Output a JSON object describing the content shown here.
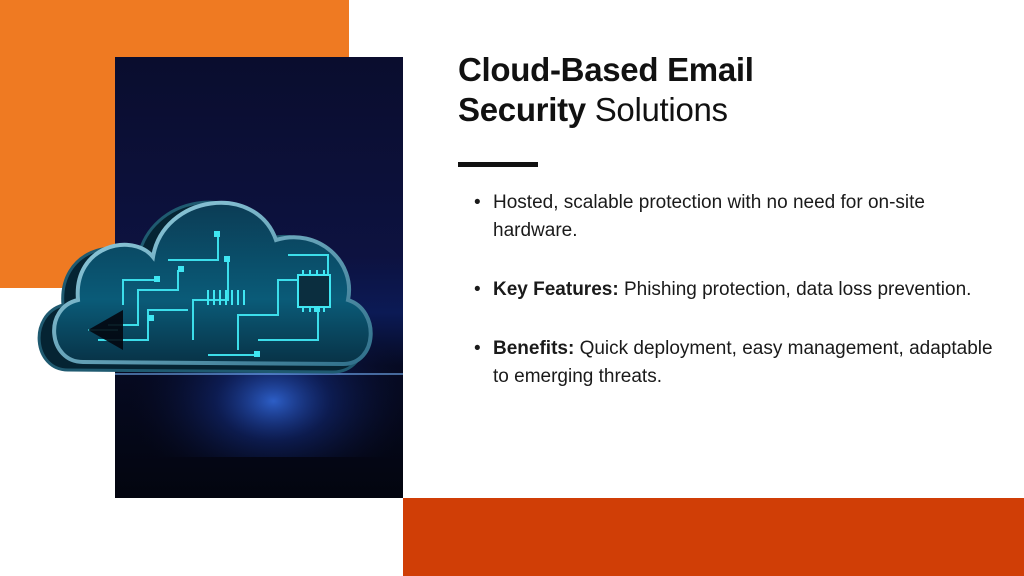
{
  "colors": {
    "orange_accent": "#EF7A22",
    "red_accent": "#D03E06",
    "text": "#111111",
    "circuit_cyan": "#3FE6F2"
  },
  "slide": {
    "title_line1": "Cloud-Based Email",
    "title_line2_bold": "Security",
    "title_line2_light": "Solutions",
    "image_icon": "cloud-circuit-image",
    "bullets": [
      {
        "key": "",
        "text": "Hosted, scalable protection with no need for on-site hardware."
      },
      {
        "key": "Key Features:",
        "text": "Phishing protection, data loss prevention."
      },
      {
        "key": "Benefits:",
        "text": "Quick deployment, easy management, adaptable to emerging threats."
      }
    ]
  }
}
